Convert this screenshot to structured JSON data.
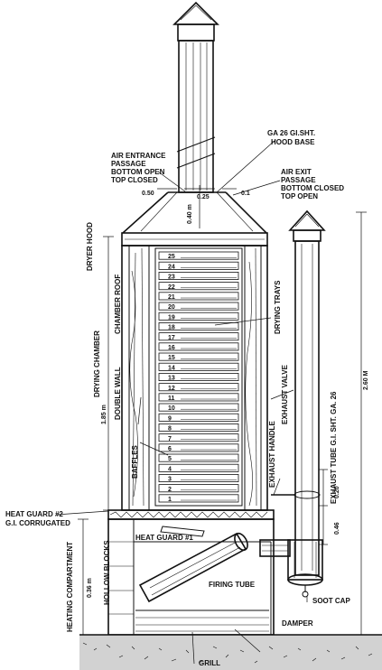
{
  "colors": {
    "ink": "#111111",
    "paper": "#ffffff",
    "soil": "#9a9a9a"
  },
  "labels": {
    "ga26_top": "GA 26 GI.SHT.",
    "ga26_bottom": "HOOD BASE",
    "air_entrance_1": "AIR ENTRANCE",
    "air_entrance_2": "PASSAGE",
    "air_entrance_3": "BOTTOM OPEN",
    "air_entrance_4": "TOP CLOSED",
    "air_exit_1": "AIR EXIT",
    "air_exit_2": "PASSAGE",
    "air_exit_3": "BOTTOM CLOSED",
    "air_exit_4": "TOP OPEN",
    "dryer_hood": "DRYER HOOD",
    "chamber_roof": "CHAMBER ROOF",
    "drying_chamber": "DRYING CHAMBER",
    "double_wall": "DOUBLE WALL",
    "baffles": "BAFFLES",
    "drying_trays": "DRYING TRAYS",
    "exhaust_valve": "EXHAUST VALVE",
    "exhaust_handle": "EXHAUST HANDLE",
    "exhaust_tube": "EXHAUST TUBE G.I. SHT. GA. 26",
    "heat_guard_2_a": "HEAT GUARD #2",
    "heat_guard_2_b": "G.I. CORRUGATED",
    "heat_guard_1": "HEAT GUARD #1",
    "heating_compartment": "HEATING COMPARTMENT",
    "hollow_blocks": "HOLLOW BLOCKS",
    "firing_tube": "FIRING TUBE",
    "soot_cap": "SOOT CAP",
    "damper": "DAMPER",
    "grill": "GRILL"
  },
  "dimensions": {
    "d050": "0.50",
    "d025": "0.25",
    "d01": "0.1",
    "d040": "0.40 m",
    "d185": "1.85 m",
    "d260": "2.60 M",
    "d020": "0.20",
    "d046": "0.46",
    "d036": "0.36 m"
  },
  "trays": [
    "25",
    "24",
    "23",
    "22",
    "21",
    "20",
    "19",
    "18",
    "17",
    "16",
    "15",
    "14",
    "13",
    "12",
    "11",
    "10",
    "9",
    "8",
    "7",
    "6",
    "5",
    "4",
    "3",
    "2",
    "1"
  ]
}
